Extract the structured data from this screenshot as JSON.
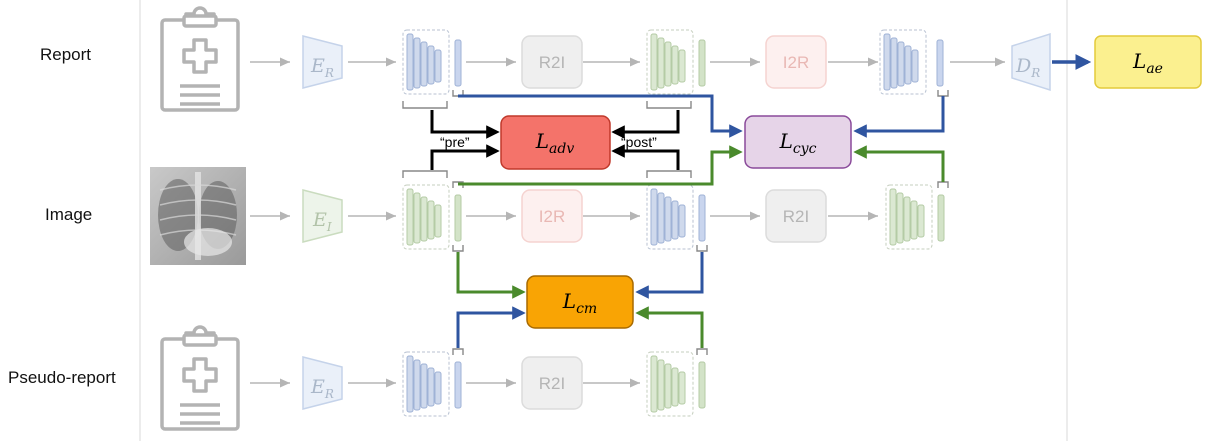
{
  "rows": {
    "report_label": "Report",
    "image_label": "Image",
    "pseudo_label": "Pseudo-report"
  },
  "encoders": {
    "report_encoder": "E",
    "report_encoder_sub": "R",
    "image_encoder": "E",
    "image_encoder_sub": "I",
    "pseudo_encoder": "E",
    "pseudo_encoder_sub": "R",
    "report_decoder": "D",
    "report_decoder_sub": "R"
  },
  "translators": {
    "report_r2i": "R2I",
    "report_i2r": "I2R",
    "image_i2r": "I2R",
    "image_r2i": "R2I",
    "pseudo_r2i": "R2I"
  },
  "losses": {
    "ae": {
      "main": "L",
      "sub": "ae"
    },
    "adv": {
      "main": "L",
      "sub": "adv"
    },
    "cyc": {
      "main": "L",
      "sub": "cyc"
    },
    "cm": {
      "main": "L",
      "sub": "cm"
    }
  },
  "adv_labels": {
    "pre": "“pre”",
    "post": "“post”"
  },
  "colors": {
    "report_feature": "#4a6fb0",
    "image_feature": "#6a9a4a",
    "ae_fill": "#fbf08f",
    "adv_fill": "#f4736a",
    "cyc_fill": "#e6d4e8",
    "cm_fill": "#f9a404",
    "arrow_blue": "#2f55a0",
    "arrow_green": "#4a8a2c",
    "arrow_black": "#000000",
    "faded_gray": "#bdbdbd"
  },
  "icons": {
    "report_doc": "clipboard-medical-icon",
    "xray": "chest-xray-image",
    "pseudo_doc": "clipboard-medical-icon"
  }
}
